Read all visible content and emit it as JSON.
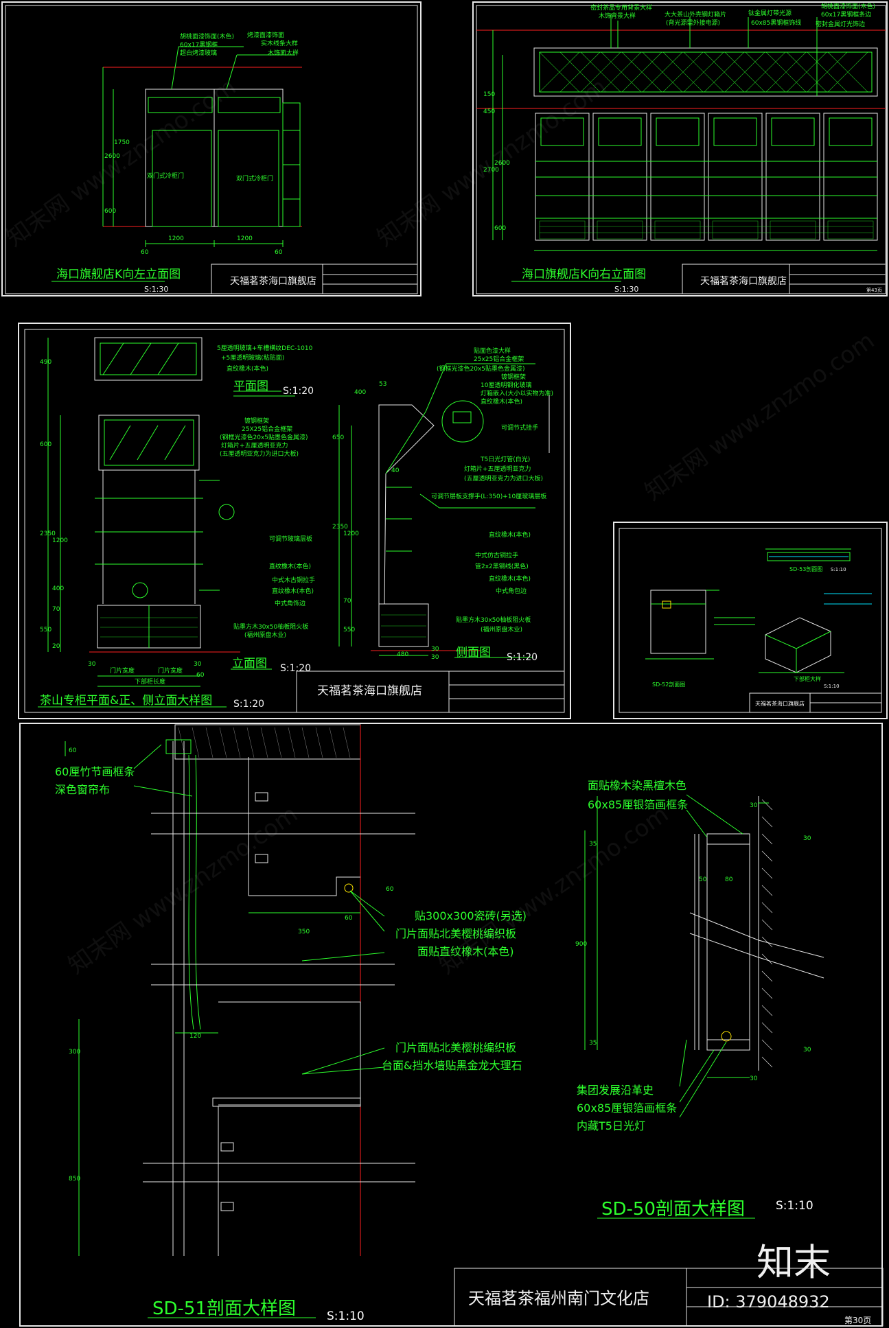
{
  "sheet1": {
    "title": "海口旗舰店K向左立面图",
    "scale": "S:1:30",
    "titleblock": "天福茗茶海口旗舰店",
    "door_left": "双门式冷柜门",
    "door_right": "双门式冷柜门",
    "dims": [
      "1200",
      "1200",
      "60",
      "60",
      "2600",
      "1750",
      "600"
    ],
    "notes": [
      "胡桃面漆饰面(木色)",
      "60x17黑钢框",
      "超白烤漆玻璃",
      "烤漆面漆饰面",
      "实木线条大样",
      "木饰面大样"
    ]
  },
  "sheet2": {
    "title": "海口旗舰店K向右立面图",
    "scale": "S:1:30",
    "titleblock": "天福茗茶海口旗舰店",
    "page": "第43页",
    "notes": [
      "密封茶品专用背景大样",
      "木饰背景大样",
      "大大茶山外壳钢灯箱片",
      "(背光源需外接电源)",
      "钛金属灯带光源",
      "60x85黑钢框饰线",
      "胡桃面漆饰面(木色)",
      "60x17黑钢框条边",
      "密封金属灯光饰边"
    ],
    "dims": [
      "150",
      "450",
      "2700",
      "2600",
      "600"
    ]
  },
  "sheet3": {
    "title": "茶山专柜平面&正、侧立面大样图",
    "scale": "S:1:20",
    "titleblock": "天福茗茶海口旗舰店",
    "plan_title": "平面图",
    "plan_scale": "S:1:20",
    "front_title": "立面图",
    "front_scale": "S:1:20",
    "side_title": "侧面图",
    "side_scale": "S:1:20",
    "plan_notes": [
      "5厘透明玻璃+车槽横纹DEC-1010",
      "+5厘透明玻璃(粘贴面)",
      "直纹橡木(本色)"
    ],
    "front_notes": [
      "镀钢框架",
      "25X25铝合金框架",
      "(钢框光漆色20x5贴墨色金属漆)",
      "灯箱片+五厘透明亚克力",
      "(五厘透明亚克力为进口大板)",
      "可调节玻璃层板",
      "直纹橡木(本色)",
      "中式木古铜拉手",
      "直纹橡木(本色)",
      "中式角饰边",
      "贴墨方木30x50柚板阻火板",
      "(福州原盘木业)"
    ],
    "side_notes": [
      "贴面色漆大样",
      "25x25铝合金框架",
      "(钢框光漆色20x5贴墨色金属漆)",
      "镀钢框架",
      "10厘透明钢化玻璃",
      "灯箱嵌入(大小以实物为准)",
      "直纹橡木(本色)",
      "可调节式挂手",
      "T5日光灯管(白光)",
      "灯箱片+五厘透明亚克力",
      "(五厘透明亚克力为进口大板)",
      "可调节层板支撑手(L:350)+10厘玻璃层板",
      "直纹橡木(本色)",
      "中式仿古铜拉手",
      "管2x2黑钢线(黑色)",
      "直纹橡木(本色)",
      "中式角包边",
      "贴墨方木30x50柚板阻火板",
      "(福州原盘木业)"
    ],
    "dims": [
      "490",
      "600",
      "2350",
      "1200",
      "400",
      "70",
      "550",
      "20",
      "30",
      "30",
      "60",
      "400",
      "650",
      "2350",
      "1200",
      "70",
      "550",
      "40",
      "480",
      "30",
      "30",
      "53"
    ],
    "bottom_dims": [
      "门片宽度",
      "门片宽度",
      "下部柜长度"
    ]
  },
  "sheet4": {
    "title_detail": "SD-53剖面图",
    "scale_detail": "S:1:10",
    "title_iso": "下部柜大样",
    "scale_iso": "S:1:10",
    "title_section": "SD-52剖面图",
    "titleblock": "天福茗茶海口旗舰店"
  },
  "sheet5": {
    "left_title": "SD-51剖面大样图",
    "left_scale": "S:1:10",
    "right_title": "SD-50剖面大样图",
    "right_scale": "S:1:10",
    "titleblock": "天福茗茶福州南门文化店",
    "page": "第30页",
    "left_notes": [
      "60厘竹节画框条",
      "深色窗帘布",
      "贴300x300瓷砖(另选)",
      "门片面贴北美樱桃编织板",
      "面贴直纹橡木(本色)",
      "门片面贴北美樱桃编织板",
      "台面&挡水墙贴黑金龙大理石"
    ],
    "right_notes": [
      "面贴橡木染黑檀木色",
      "60x85厘银箔画框条",
      "集团发展沿革史",
      "60x85厘银箔画框条",
      "内藏T5日光灯"
    ],
    "left_dims": [
      "60",
      "60",
      "60",
      "350",
      "120",
      "300",
      "850"
    ],
    "right_dims": [
      "30",
      "30",
      "35",
      "50",
      "80",
      "900",
      "35",
      "30",
      "30"
    ]
  },
  "watermark": {
    "logo": "知末",
    "id": "ID: 379048932",
    "site": "知末网 www.znzmo.com"
  },
  "colors": {
    "line": "#2dff2d",
    "frame": "#e8e8e8",
    "accent_red": "#ff2020",
    "cyan": "#00e5ff",
    "yellow": "#ffe600",
    "background": "#000000"
  }
}
